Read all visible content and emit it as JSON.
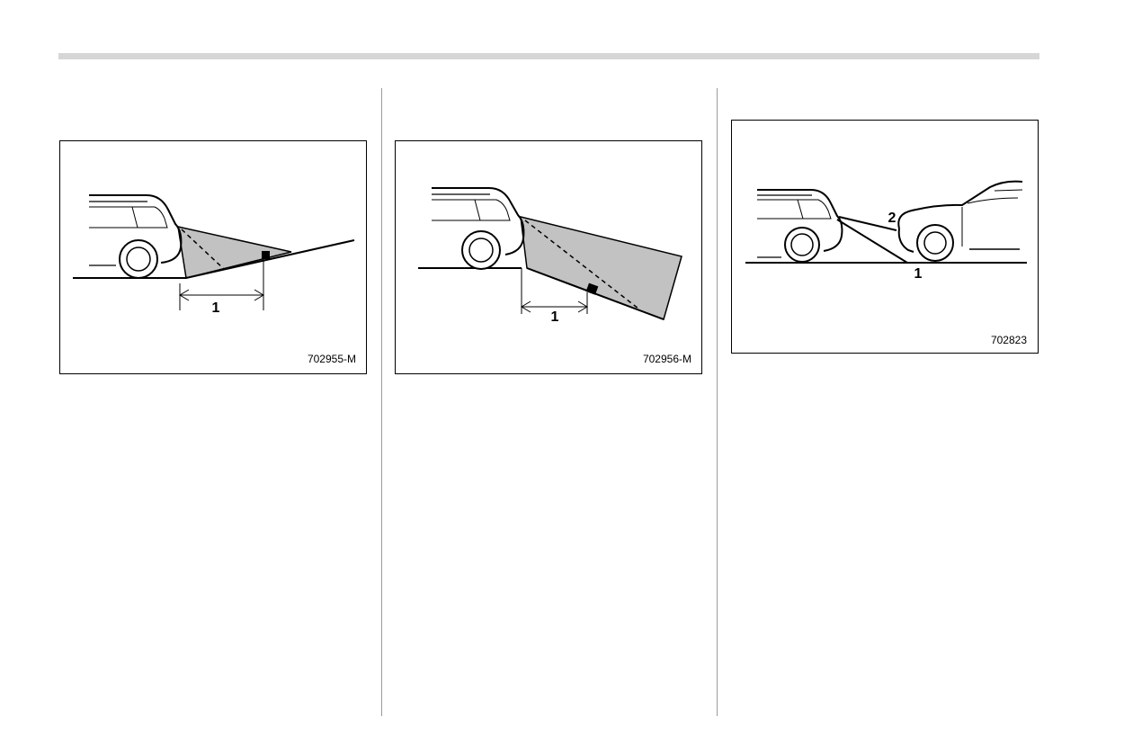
{
  "figures": [
    {
      "code": "702955-M",
      "callouts": [
        "1"
      ]
    },
    {
      "code": "702956-M",
      "callouts": [
        "1"
      ]
    },
    {
      "code": "702823",
      "callouts": [
        "2",
        "1"
      ]
    }
  ]
}
